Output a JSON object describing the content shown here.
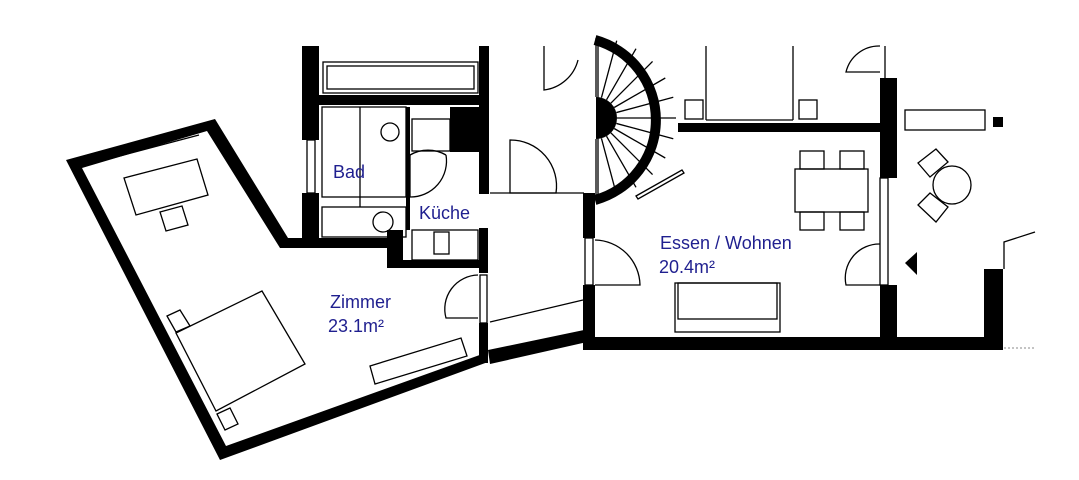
{
  "colors": {
    "label": "#1f1f8f",
    "wall": "#000000",
    "background": "#ffffff"
  },
  "rooms": {
    "bad": {
      "name": "Bad"
    },
    "kueche": {
      "name": "Küche"
    },
    "zimmer": {
      "name": "Zimmer",
      "area": "23.1m²"
    },
    "essen_wohnen": {
      "name": "Essen / Wohnen",
      "area": "20.4m²"
    }
  }
}
